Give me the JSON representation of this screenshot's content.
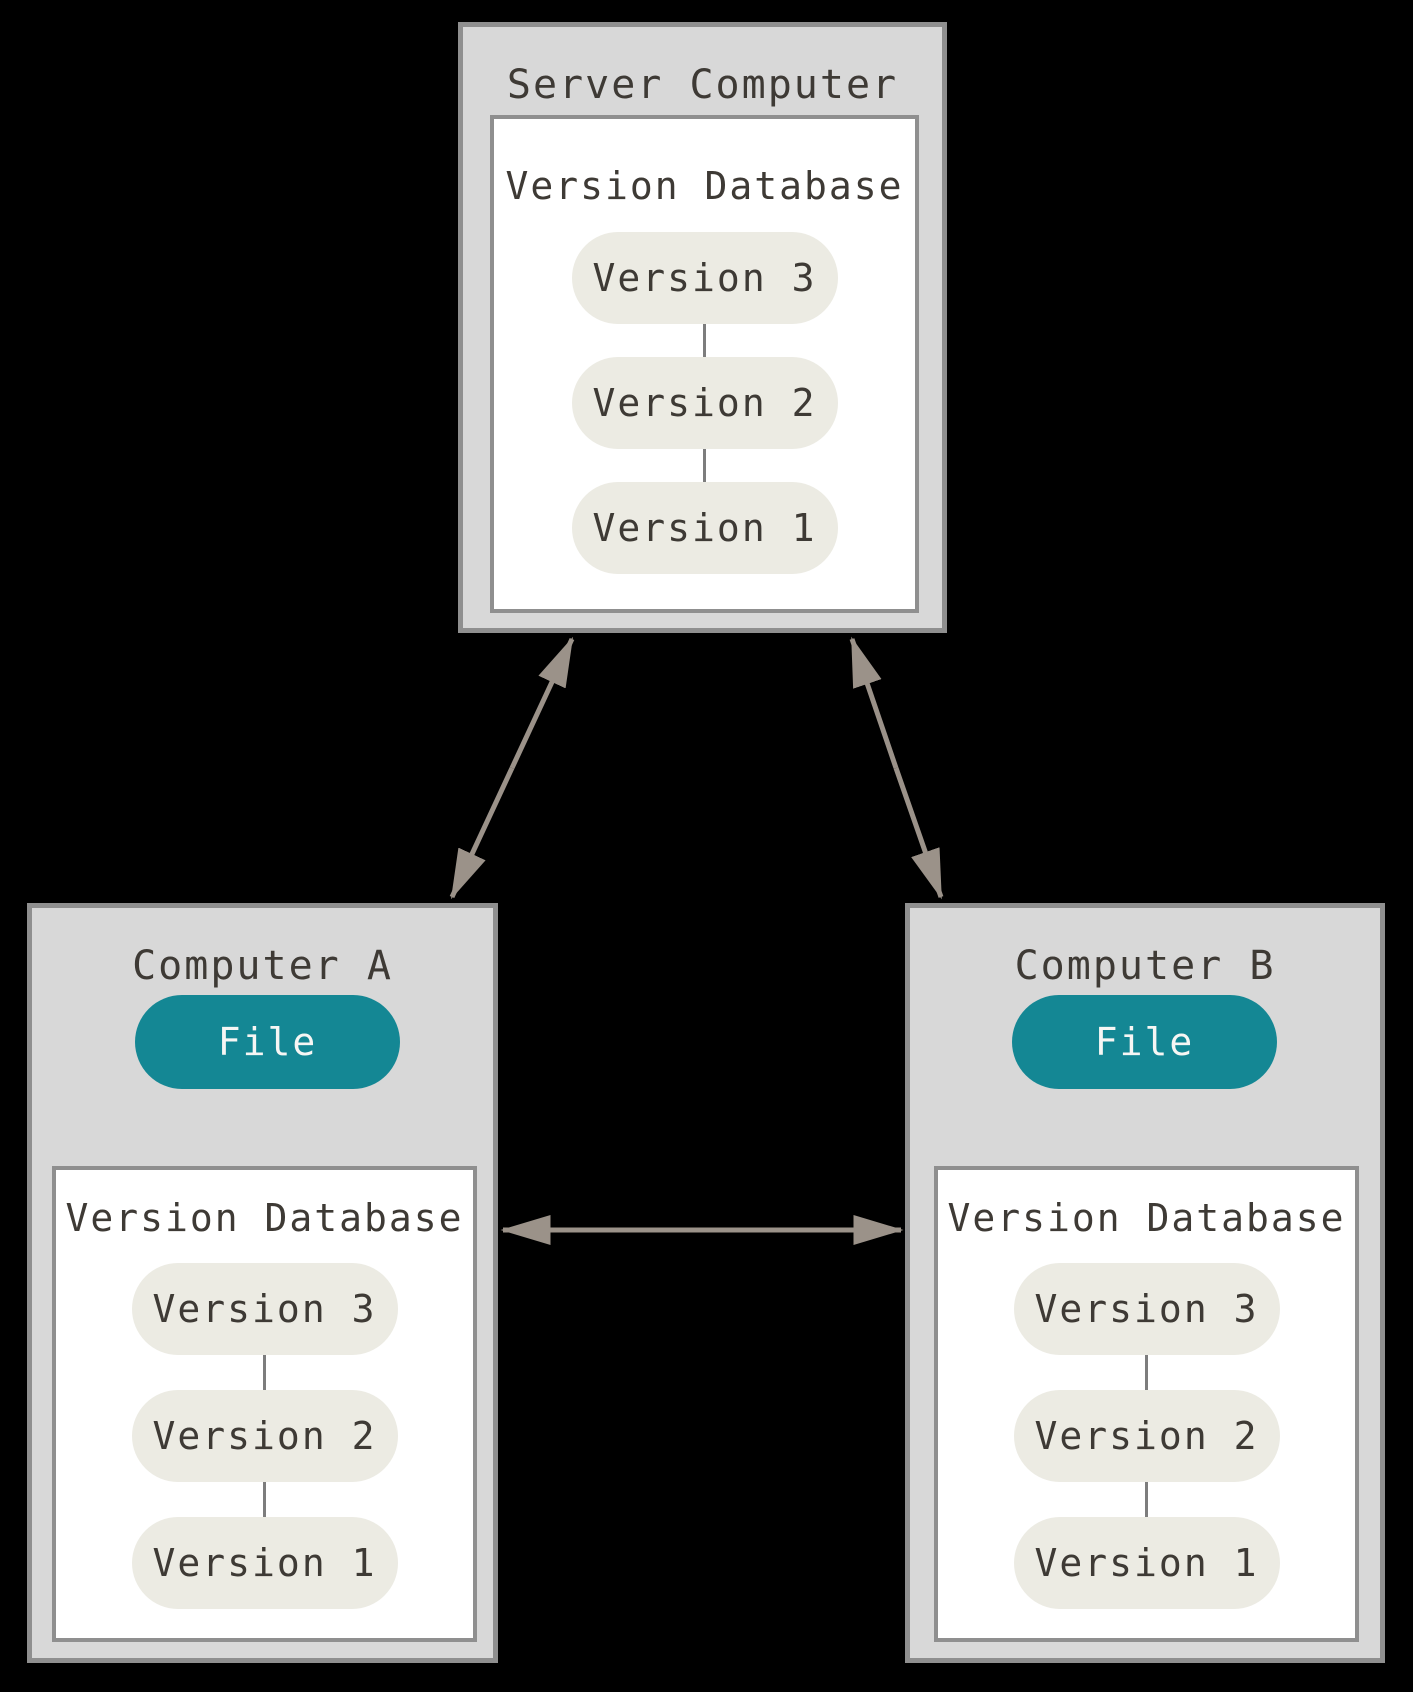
{
  "canvas": {
    "background": "#000000"
  },
  "colors": {
    "machine_fill": "#d8d8d8",
    "machine_border": "#8f8f8f",
    "panel_fill": "#ffffff",
    "panel_border": "#8f8f8f",
    "version_pill_fill": "#ecebe3",
    "text": "#3e3a35",
    "file_pill_fill": "#148794",
    "file_pill_text": "#f6f6f4",
    "arrow": "#9b9289",
    "connector_line": "#7d7d7d"
  },
  "server": {
    "title": "Server Computer",
    "database": {
      "label": "Version Database",
      "versions": [
        "Version 3",
        "Version 2",
        "Version 1"
      ]
    }
  },
  "computer_a": {
    "title": "Computer A",
    "file_label": "File",
    "database": {
      "label": "Version Database",
      "versions": [
        "Version 3",
        "Version 2",
        "Version 1"
      ]
    }
  },
  "computer_b": {
    "title": "Computer B",
    "file_label": "File",
    "database": {
      "label": "Version Database",
      "versions": [
        "Version 3",
        "Version 2",
        "Version 1"
      ]
    }
  }
}
